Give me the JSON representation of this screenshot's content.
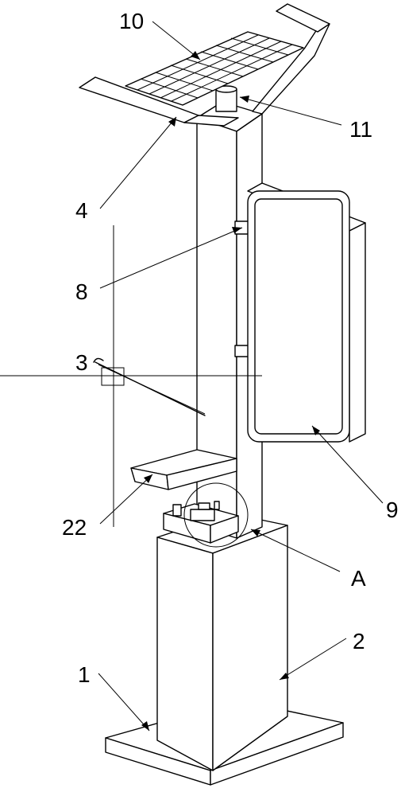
{
  "labels": {
    "l10": "10",
    "l11": "11",
    "l4": "4",
    "l8": "8",
    "l3": "3",
    "l22": "22",
    "lA": "A",
    "l9": "9",
    "l2": "2",
    "l1": "1"
  },
  "colors": {
    "line": "#000000",
    "background": "#ffffff"
  }
}
